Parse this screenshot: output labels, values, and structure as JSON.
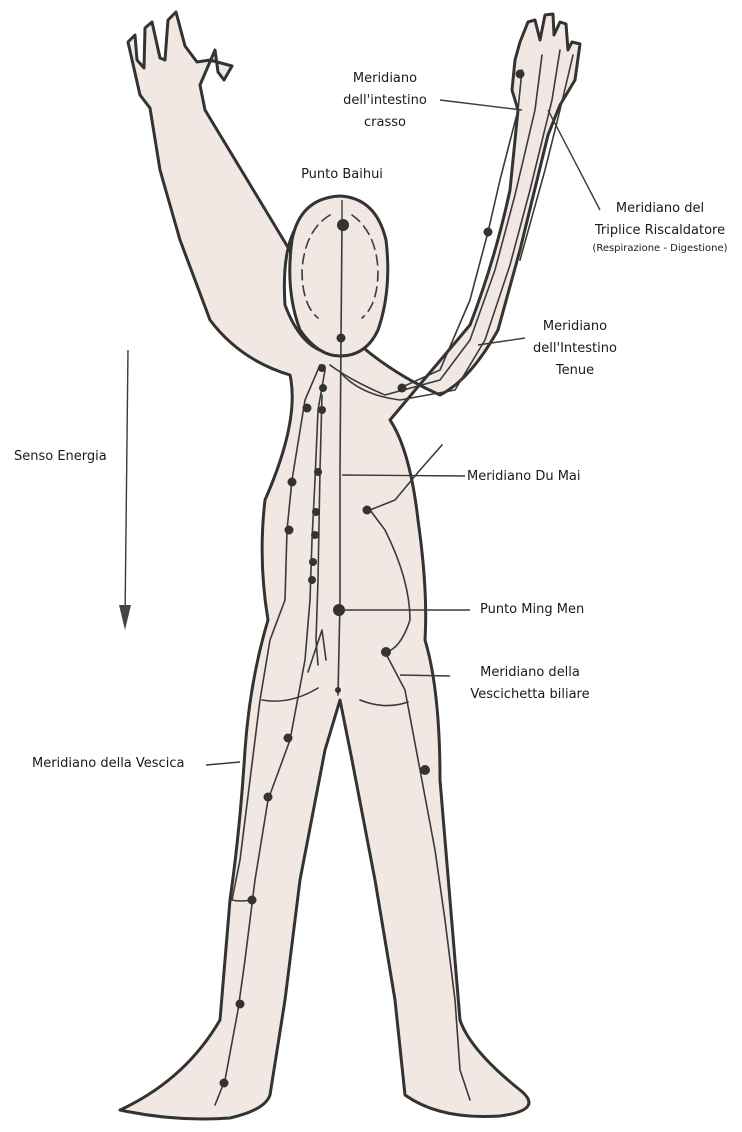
{
  "labels": {
    "large_intestine": [
      "Meridiano",
      "dell'intestino",
      "crasso"
    ],
    "triple_heater": [
      "Meridiano del",
      "Triplice Riscaldatore"
    ],
    "triple_heater_note": "(Respirazione - Digestione)",
    "baihui": "Punto Baihui",
    "small_intestine": [
      "Meridiano",
      "dell'Intestino",
      "Tenue"
    ],
    "energy_direction": "Senso Energia",
    "du_mai": "Meridiano Du Mai",
    "ming_men": "Punto Ming Men",
    "gallbladder": [
      "Meridiano della",
      "Vescichetta biliare"
    ],
    "bladder": "Meridiano della Vescica"
  },
  "colors": {
    "skin": "#f2e8e3",
    "outline": "#333333",
    "background": "#ffffff"
  }
}
